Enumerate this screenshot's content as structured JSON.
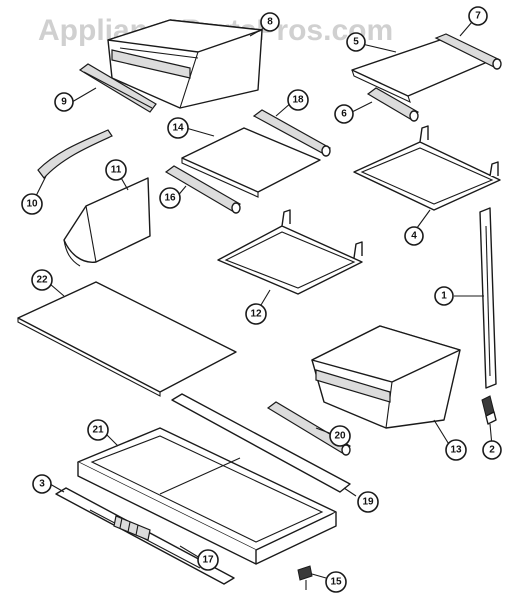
{
  "watermark": "AppliancePartsPros.com",
  "callouts": [
    {
      "id": "8",
      "label": "8"
    },
    {
      "id": "7",
      "label": "7"
    },
    {
      "id": "5",
      "label": "5"
    },
    {
      "id": "9",
      "label": "9"
    },
    {
      "id": "6",
      "label": "6"
    },
    {
      "id": "18",
      "label": "18"
    },
    {
      "id": "14",
      "label": "14"
    },
    {
      "id": "10",
      "label": "10"
    },
    {
      "id": "11",
      "label": "11"
    },
    {
      "id": "16",
      "label": "16"
    },
    {
      "id": "4",
      "label": "4"
    },
    {
      "id": "22",
      "label": "22"
    },
    {
      "id": "12",
      "label": "12"
    },
    {
      "id": "1",
      "label": "1"
    },
    {
      "id": "21",
      "label": "21"
    },
    {
      "id": "13",
      "label": "13"
    },
    {
      "id": "20",
      "label": "20"
    },
    {
      "id": "2",
      "label": "2"
    },
    {
      "id": "3",
      "label": "3"
    },
    {
      "id": "19",
      "label": "19"
    },
    {
      "id": "17",
      "label": "17"
    },
    {
      "id": "15",
      "label": "15"
    }
  ]
}
